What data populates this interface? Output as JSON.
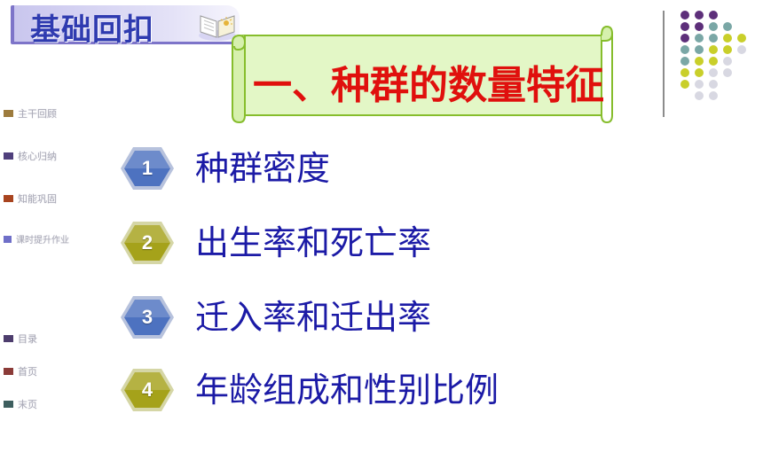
{
  "header": {
    "title": "基础回扣",
    "icon": "book-icon"
  },
  "section_title": "一、种群的数量特征",
  "side_nav": {
    "items": [
      {
        "label": "主干回顾",
        "color": "#9d7b3d"
      },
      {
        "label": "核心归纳",
        "color": "#4f3f7c"
      },
      {
        "label": "知能巩固",
        "color": "#a8441f"
      },
      {
        "label": "课时提升作业",
        "color": "#6f6fc8"
      }
    ],
    "links": [
      {
        "label": "目录",
        "color": "#4d3d6d"
      },
      {
        "label": "首页",
        "color": "#8b3b38"
      },
      {
        "label": "末页",
        "color": "#3e5f5f"
      }
    ]
  },
  "list": [
    {
      "number": "1",
      "text": "种群密度",
      "color": "#4d72c0"
    },
    {
      "number": "2",
      "text": "出生率和死亡率",
      "color": "#a5a21a"
    },
    {
      "number": "3",
      "text": "迁入率和迁出率",
      "color": "#4d72c0"
    },
    {
      "number": "4",
      "text": "年龄组成和性别比例",
      "color": "#a5a21a"
    }
  ],
  "theme": {
    "title_red": "#e0100d",
    "text_blue": "#1b1aa6",
    "scroll_green": "#e3f7c6",
    "dot_purple": "#5d2f7a",
    "dot_teal": "#7aa7a6",
    "dot_yellow": "#c9cf2a",
    "dot_grey": "#d8d8e2"
  }
}
